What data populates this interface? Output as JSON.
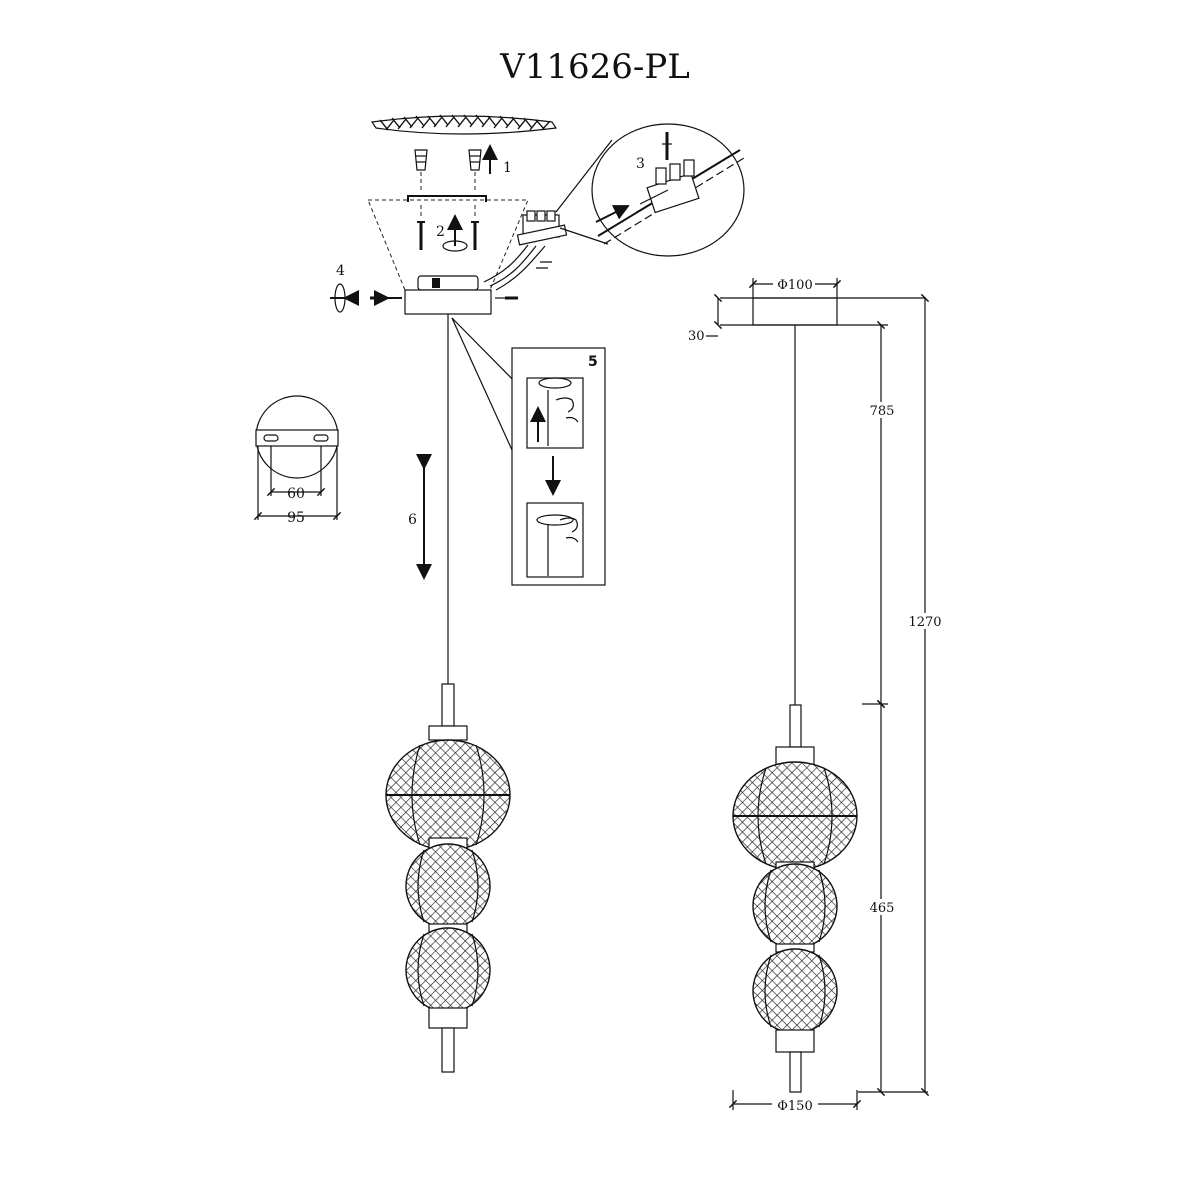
{
  "title": "V11626-PL",
  "steps": {
    "s1": "1",
    "s2": "2",
    "s3": "3",
    "s4": "4",
    "s5": "5",
    "s6": "6"
  },
  "bracket_dims": {
    "hole_spacing": "60",
    "plate_width": "95"
  },
  "dimensions": {
    "canopy_diameter": "Φ100",
    "canopy_height": "30",
    "cable_length": "785",
    "total_height": "1270",
    "body_height": "465",
    "shade_diameter": "Φ150"
  }
}
